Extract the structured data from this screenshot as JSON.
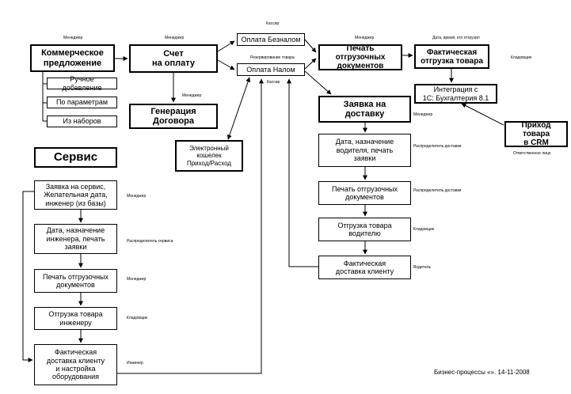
{
  "boxes": {
    "kp": "Коммерческое\nпредложение",
    "manual_add": "Ручное добавление",
    "by_params": "По параметрам",
    "from_sets": "Из наборов",
    "invoice": "Счет\nна оплату",
    "contract_gen": "Генерация\nДоговора",
    "pay_cashless": "Оплата Безналом",
    "pay_cash": "Оплата Налом",
    "ewallet": "Электронный\nкошелек\nПриход/Расход",
    "print_shipping_docs": "Печать отгрузочных\nдокументов",
    "actual_shipment": "Фактическая\nотгрузка товара",
    "integration_1c": "Интеграция с\n1С: Бухгалтерия 8.1",
    "goods_receipt_crm": "Приход товара\nв CRM",
    "delivery_request": "Заявка на\nдоставку",
    "assign_driver": "Дата, назначение\nводителя, печать\nзаявки",
    "print_docs_delivery": "Печать отгрузочных\nдокументов",
    "ship_to_driver": "Отгрузка товара\nводителю",
    "actual_delivery": "Фактическая\nдоставка клиенту",
    "service": "Сервис",
    "service_request": "Заявка на сервис,\nЖелательная дата,\nинженер (из базы)",
    "assign_engineer": "Дата, назначение\nинженера, печать\nзаявки",
    "print_docs_service": "Печать отгрузочных\nдокументов",
    "ship_to_engineer": "Отгрузка товара\nинженеру",
    "delivery_and_setup": "Фактическая\nдоставка клиенту\nи настройка\nоборудования"
  },
  "roles": {
    "manager_kp": "Менеджер",
    "manager_invoice": "Менеджер",
    "cashier_top": "Кассир",
    "reserve_goods": "Резервирование товара",
    "cashier_mid": "Кассир",
    "manager_contract": "Менеджер",
    "manager_print": "Менеджер",
    "date_time_who": "Дата, время, кто отгрузил",
    "storekeeper_ship": "Кладовщик",
    "manager_delivery": "Менеджер",
    "responsible_person": "Ответственное лицо",
    "dispatcher_delivery_1": "Распределитель доставки",
    "dispatcher_delivery_2": "Распределитель доставки",
    "storekeeper_driver": "Кладовщик",
    "driver": "Водитель",
    "manager_service": "Менеджер",
    "dispatcher_service": "Распределитель сервиса",
    "manager_service_print": "Менеджер",
    "storekeeper_engineer": "Кладовщик",
    "engineer": "Инженер"
  },
  "footer": "Бизнес-процессы «». 14-11-2008"
}
